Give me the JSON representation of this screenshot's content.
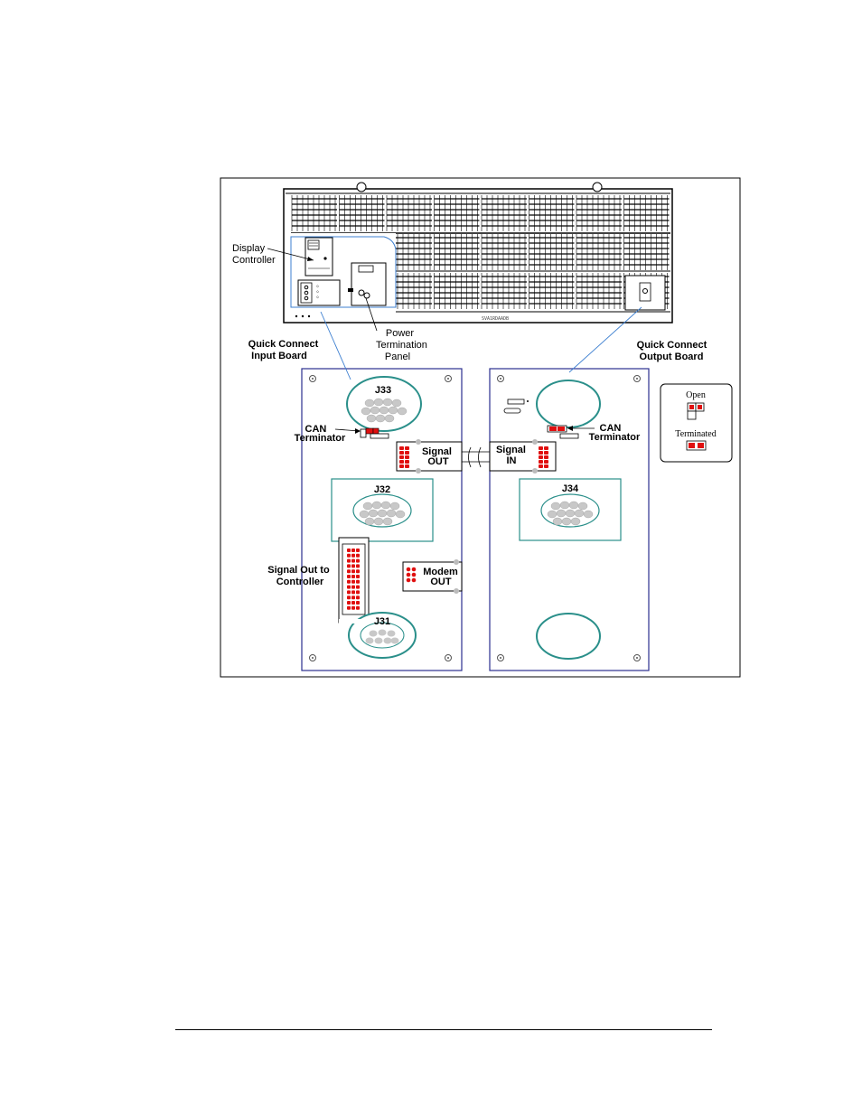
{
  "labels": {
    "display_controller": [
      "Display",
      "Controller"
    ],
    "power_termination_panel": [
      "Power",
      "Termination",
      "Panel"
    ],
    "quick_connect_input_board": [
      "Quick Connect",
      "Input Board"
    ],
    "quick_connect_output_board": [
      "Quick Connect",
      "Output Board"
    ],
    "can_terminator_left": [
      "CAN",
      "Terminator"
    ],
    "can_terminator_right": [
      "CAN",
      "Terminator"
    ],
    "signal_out": [
      "Signal",
      "OUT"
    ],
    "signal_in": [
      "Signal",
      "IN"
    ],
    "signal_out_to_controller": [
      "Signal Out to",
      "Controller"
    ],
    "modem_out": [
      "Modem",
      "OUT"
    ],
    "j33": "J33",
    "j32": "J32",
    "j31": "J31",
    "j34": "J34",
    "chassis_model": "SVA1RDAADB"
  },
  "legend": {
    "open_label": "Open",
    "terminated_label": "Terminated"
  },
  "colors": {
    "board_outline": "#2b2f8f",
    "connector_ring": "#2a8f8a",
    "pin": "#c8c8c8",
    "jumper": "#e01010",
    "leader_blue": "#3d7fd0",
    "frame": "#000000"
  }
}
